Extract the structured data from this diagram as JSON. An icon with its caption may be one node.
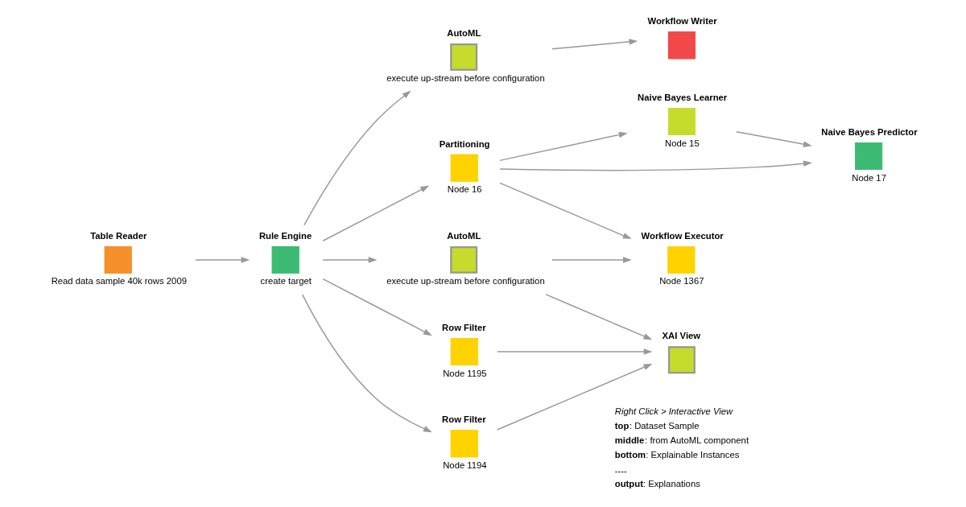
{
  "diagram": {
    "nodes": [
      {
        "text": [
          "AutoML",
          "execute up-stream before configuration"
        ]
      },
      {
        "text": [
          "Workflow Writer"
        ]
      },
      {
        "text": [
          "Table Reader",
          "Read data sample 40k rows 2009"
        ]
      },
      {
        "text": [
          "Naive Bayes Learner",
          "Node 15"
        ]
      },
      {
        "text": [
          "Partitioning",
          "Node 16"
        ]
      },
      {
        "text": [
          "Naive Bayes Predictor",
          "Node 17"
        ]
      },
      {
        "text": [
          "Workflow Executor",
          "Node 1367"
        ]
      },
      {
        "text": [
          "XAI View"
        ]
      },
      {
        "text": [
          "AutoML",
          "execute up-stream before configuration"
        ]
      },
      {
        "text": [
          "Row Filter",
          "Node 1195"
        ]
      },
      {
        "text": [
          "Rule Engine",
          "create target"
        ]
      },
      {
        "text": [
          "Row Filter",
          "Node 1194"
        ]
      }
    ],
    "edges": [
      {
        "from": 2,
        "to": 10,
        "arrow": "to"
      },
      {
        "from": 10,
        "to": 0,
        "arrow": "to"
      },
      {
        "from": 10,
        "to": 4,
        "arrow": "to"
      },
      {
        "from": 10,
        "to": 8,
        "arrow": "to"
      },
      {
        "from": 10,
        "to": 9,
        "arrow": "to"
      },
      {
        "from": 10,
        "to": 11,
        "arrow": "to"
      },
      {
        "from": 0,
        "to": 1,
        "arrow": "to"
      },
      {
        "from": 4,
        "to": 3,
        "arrow": "to"
      },
      {
        "from": 4,
        "to": 5,
        "arrow": "to"
      },
      {
        "from": 4,
        "to": 6,
        "arrow": "to"
      },
      {
        "from": 3,
        "to": 5,
        "arrow": "to"
      },
      {
        "from": 8,
        "to": 6,
        "arrow": "to"
      },
      {
        "from": 11,
        "to": 7,
        "arrow": "to"
      },
      {
        "from": 8,
        "to": 7,
        "arrow": "to"
      },
      {
        "from": 9,
        "to": 7,
        "arrow": "to"
      }
    ],
    "labels": [
      "*Right Click > Interactive View*",
      "**top**: Dataset Sample",
      "**middle**: from AutoML component",
      "**bottom**: Explainable Instances",
      "----",
      "**output**: Explanations"
    ]
  }
}
